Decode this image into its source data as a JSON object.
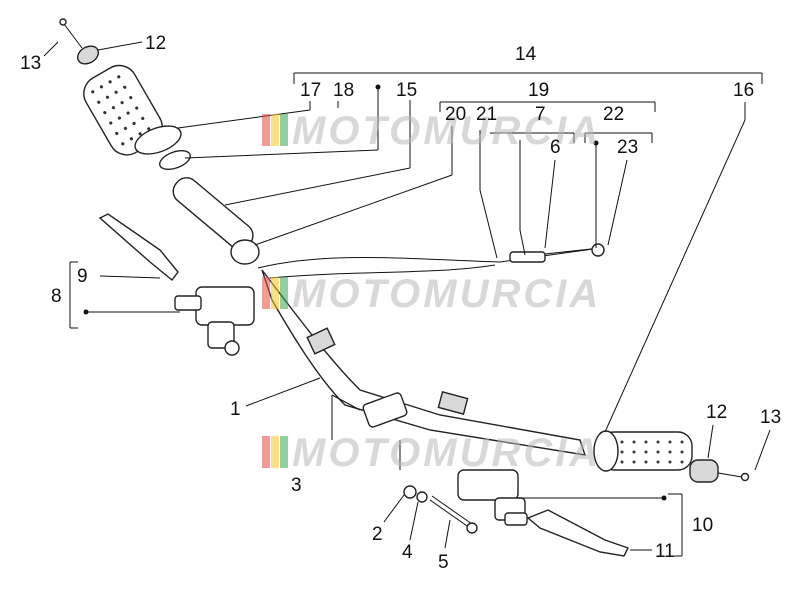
{
  "watermark": {
    "text": "MOTOMURCIA",
    "stripe_colors": [
      "#e94b3c",
      "#f3c623",
      "#3aa655",
      "#b8b8b8"
    ]
  },
  "labels": {
    "l1": "1",
    "l2": "2",
    "l3": "3",
    "l4": "4",
    "l5": "5",
    "l6": "6",
    "l7": "7",
    "l8": "8",
    "l9": "9",
    "l10": "10",
    "l11": "11",
    "l12a": "12",
    "l12b": "12",
    "l13a": "13",
    "l13b": "13",
    "l14": "14",
    "l15": "15",
    "l16": "16",
    "l17": "17",
    "l18": "18",
    "l19": "19",
    "l20": "20",
    "l21": "21",
    "l22": "22",
    "l23": "23"
  }
}
